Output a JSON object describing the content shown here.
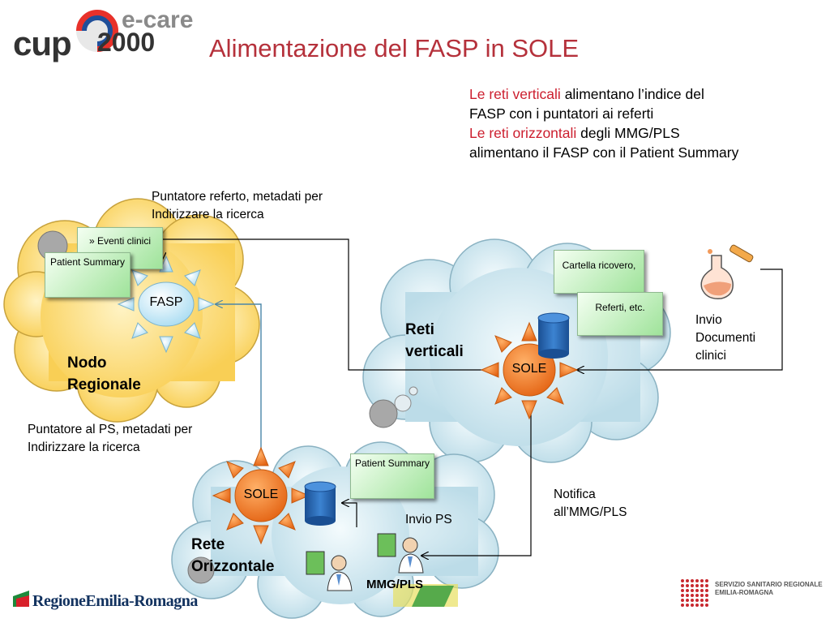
{
  "title": "Alimentazione del FASP in SOLE",
  "logos": {
    "cup": "cup",
    "ecare": "e-care",
    "year": "2000",
    "regione": "RegioneEmilia-Romagna",
    "ssr_line1": "SERVIZIO SANITARIO REGIONALE",
    "ssr_line2": "EMILIA-ROMAGNA"
  },
  "intro": {
    "line1_red": "Le reti verticali",
    "line1_rest": " alimentano l’indice del",
    "line2": "FASP con i puntatori ai referti",
    "line3_red": "Le reti orizzontali",
    "line3_rest": " degli MMG/PLS",
    "line4": "alimentano il FASP con il Patient Summary"
  },
  "labels": {
    "puntatore_referto_1": "Puntatore referto, metadati per",
    "puntatore_referto_2": "Indirizzare la ricerca",
    "puntatore_ps_1": "Puntatore al PS, metadati per",
    "puntatore_ps_2": "Indirizzare la ricerca",
    "invio_doc_1": "Invio",
    "invio_doc_2": "Documenti",
    "invio_doc_3": "clinici",
    "notifica_1": "Notifica",
    "notifica_2": "all’MMG/PLS",
    "invio_ps": "Invio PS",
    "mmg_pls": "MMG/PLS"
  },
  "nodes": {
    "nodo_regionale_1": "Nodo",
    "nodo_regionale_2": "Regionale",
    "reti_verticali_1": "Reti",
    "reti_verticali_2": "verticali",
    "rete_orizzontale_1": "Rete",
    "rete_orizzontale_2": "Orizzontale",
    "fasp": "FASP",
    "sole_top": "SOLE",
    "sole_bottom": "SOLE"
  },
  "notes": {
    "eventi_clinici": "» Eventi clinici",
    "patient_summary_1": "Patient Summary",
    "cartella_ricovero": "Cartella ricovero,",
    "referti_etc": "Referti, etc.",
    "patient_summary_2": "Patient Summary"
  },
  "colors": {
    "title": "#b5313b",
    "intro_red": "#cc1e2e",
    "cloud_yellow": "#fcd86b",
    "cloud_blue": "#cfe6ef",
    "sun_orange": "#ef7d2d",
    "sun_blue": "#bfe6f5",
    "note_green": "#b8eab4",
    "db_blue": "#1f5fa8"
  }
}
